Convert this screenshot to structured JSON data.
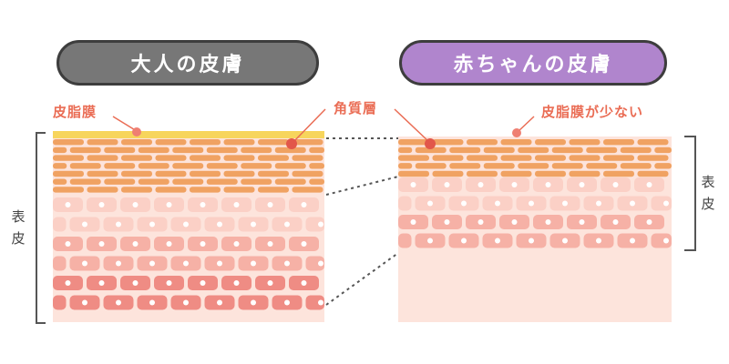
{
  "titles": {
    "adult": "大人の皮膚",
    "baby": "赤ちゃんの皮膚"
  },
  "labels": {
    "sebum_film": "皮脂膜",
    "stratum_corneum": "角質層",
    "less_sebum": "皮脂膜が少ない",
    "epidermis": "表皮"
  },
  "colors": {
    "adult_title_bg": "#777777",
    "baby_title_bg": "#b085cd",
    "accent_text": "#ea6d55",
    "sebum_yellow": "#f7d55c",
    "corneum_orange": "#f0a262",
    "cell_light": "#fbd0c6",
    "cell_mid": "#f6b1a6",
    "cell_dark": "#ef8c84",
    "background_pink": "#fde4dc"
  }
}
